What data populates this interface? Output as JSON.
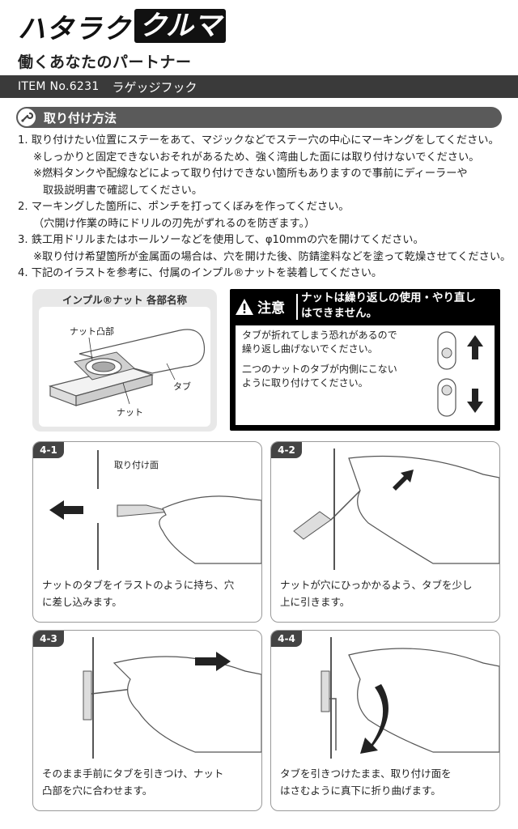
{
  "brand": {
    "name_part1": "ハタラク",
    "name_part2": "クルマ",
    "tagline": "働くあなたのパートナー"
  },
  "item": {
    "number": "ITEM No.6231",
    "name": "ラゲッジフック"
  },
  "section": {
    "icon": "wrench-icon",
    "title": "取り付け方法"
  },
  "instructions": {
    "s1": "1. 取り付けたい位置にステーをあて、マジックなどでステー穴の中心にマーキングをしてください。",
    "s1_note1": "※しっかりと固定できないおそれがあるため、強く湾曲した面には取り付けないでください。",
    "s1_note2a": "※燃料タンクや配線などによって取り付けできない箇所もありますので事前にディーラーや",
    "s1_note2b": "取扱説明書で確認してください。",
    "s2": "2. マーキングした箇所に、ポンチを打ってくぼみを作ってください。",
    "s2_note": "（穴開け作業の時にドリルの刃先がずれるのを防ぎます。）",
    "s3": "3. 鉄工用ドリルまたはホールソーなどを使用して、φ10mmの穴を開けてください。",
    "s3_note": "※取り付け希望箇所が金属面の場合は、穴を開けた後、防錆塗料などを塗って乾燥させてください。",
    "s4": "4. 下記のイラストを参考に、付属のインプル®ナットを装着してください。"
  },
  "parts": {
    "title": "インプル®ナット 各部名称",
    "label_boss": "ナット凸部",
    "label_tab": "タブ",
    "label_nut": "ナット"
  },
  "caution": {
    "word": "注意",
    "message_line1": "ナットは繰り返しの使用・やり直し",
    "message_line2": "はできません。",
    "note1_line1": "タブが折れてしまう恐れがあるので",
    "note1_line2": "繰り返し曲げないでください。",
    "note2_line1": "二つのナットのタブが内側にこない",
    "note2_line2": "ように取り付けてください。"
  },
  "panels": [
    {
      "tag": "4-1",
      "label": "取り付け面",
      "caption_line1": "ナットのタブをイラストのように持ち、穴",
      "caption_line2": "に差し込みます。"
    },
    {
      "tag": "4-2",
      "caption_line1": "ナットが穴にひっかかるよう、タブを少し",
      "caption_line2": "上に引きます。"
    },
    {
      "tag": "4-3",
      "caption_line1": "そのまま手前にタブを引きつけ、ナット",
      "caption_line2": "凸部を穴に合わせます。"
    },
    {
      "tag": "4-4",
      "caption_line1": "タブを引きつけたまま、取り付け面を",
      "caption_line2": "はさむように真下に折り曲げます。"
    }
  ],
  "colors": {
    "dark_bar": "#3a3a3a",
    "section_bar": "#5a5a5a",
    "caution_bg": "#000000",
    "parts_bg": "#e8e8e8"
  }
}
